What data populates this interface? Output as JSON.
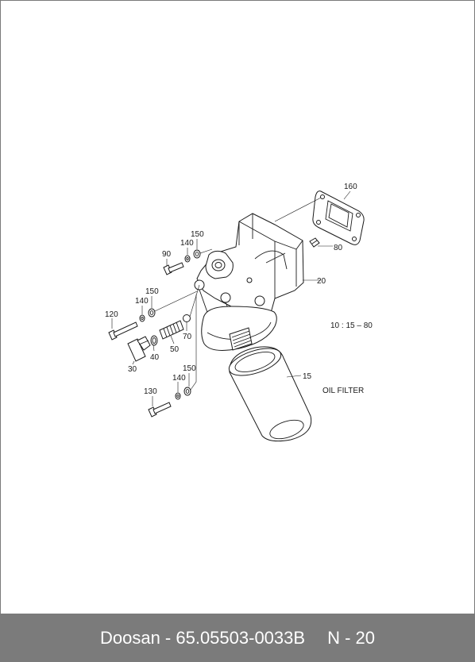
{
  "labels": {
    "p160": "160",
    "p80": "80",
    "p20": "20",
    "p150a": "150",
    "p140a": "140",
    "p90": "90",
    "p150b": "150",
    "p140b": "140",
    "p120": "120",
    "p70": "70",
    "p50": "50",
    "p40": "40",
    "p30": "30",
    "p150c": "150",
    "p140c": "140",
    "p130": "130",
    "p15": "15"
  },
  "notes": {
    "torque": "10 : 15 – 80",
    "oil_filter": "OIL FILTER"
  },
  "footer": {
    "part_ref": "Doosan - 65.05503-0033B",
    "page_ref": "N - 20"
  }
}
